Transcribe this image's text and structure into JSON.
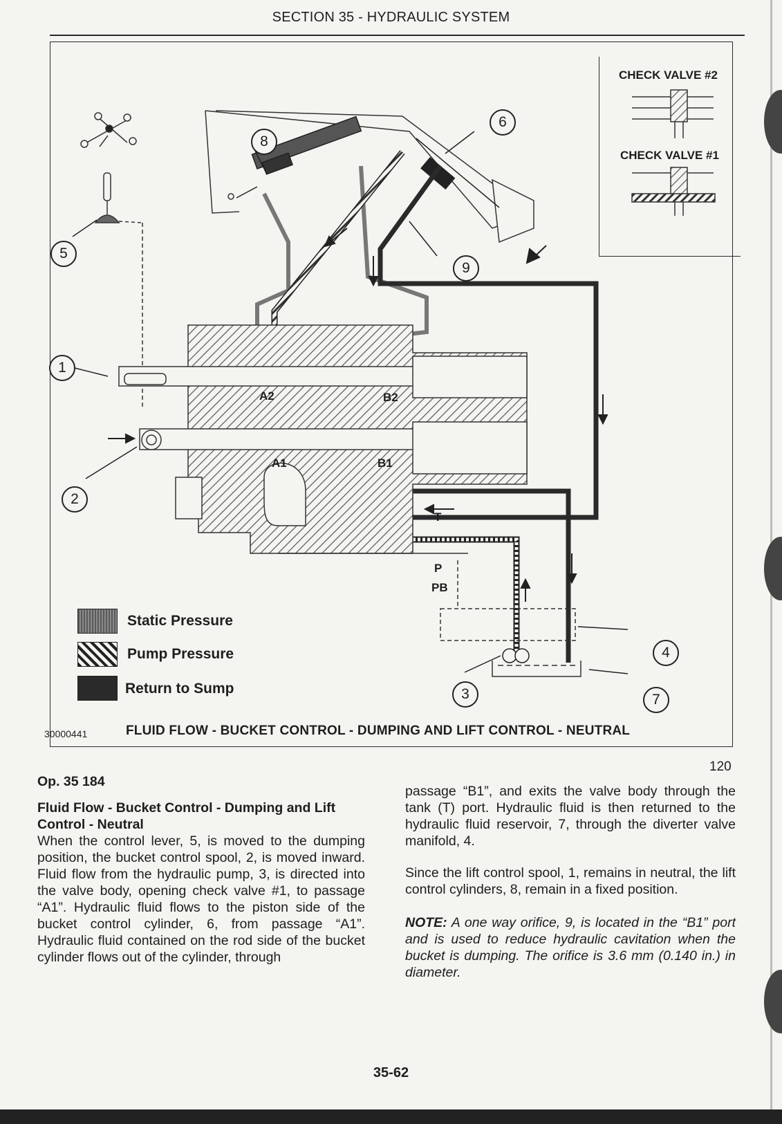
{
  "header": {
    "section_title": "SECTION 35 - HYDRAULIC SYSTEM"
  },
  "figure": {
    "inset": {
      "check_valve_2": "CHECK VALVE #2",
      "check_valve_1": "CHECK VALVE #1"
    },
    "callouts": [
      "1",
      "2",
      "3",
      "4",
      "5",
      "6",
      "7",
      "8",
      "9"
    ],
    "port_labels": {
      "a2": "A2",
      "b2": "B2",
      "a1": "A1",
      "b1": "B1",
      "t": "T",
      "p": "P",
      "pb": "PB"
    },
    "legend": [
      {
        "label": "Static Pressure",
        "pattern": "static",
        "color": "#777777"
      },
      {
        "label": "Pump Pressure",
        "pattern": "hatched",
        "color": "#222222"
      },
      {
        "label": "Return to Sump",
        "pattern": "solid",
        "color": "#2a2a2a"
      }
    ],
    "figure_number": "30000441",
    "caption": "FLUID FLOW - BUCKET CONTROL - DUMPING AND LIFT CONTROL - NEUTRAL",
    "index": "120"
  },
  "body": {
    "op_number": "Op. 35 184",
    "heading_line1": "Fluid Flow - Bucket Control - Dumping and Lift",
    "heading_line2": "Control - Neutral",
    "para1": "When the control lever, 5, is moved to the dumping position, the bucket control spool, 2, is moved inward. Fluid flow from the hydraulic pump, 3, is directed into the valve body, opening check valve #1, to passage “A1”. Hydraulic fluid flows to the piston side of the bucket control cylinder, 6, from passage “A1”. Hydraulic fluid contained on the rod side of the bucket cylinder flows out of the cylinder, through",
    "para2": "passage “B1”, and exits the valve body through the tank (T) port. Hydraulic fluid is then returned to the hydraulic fluid reservoir, 7, through the diverter valve manifold, 4.",
    "para3": "Since the lift control spool, 1, remains in neutral, the lift control cylinders, 8, remain in a fixed position.",
    "note_label": "NOTE:",
    "note_text": "A one way orifice, 9, is located in the “B1” port and is used to reduce hydraulic cavitation when the bucket is dumping. The orifice is 3.6 mm (0.140 in.) in diameter."
  },
  "footer": {
    "page_number": "35-62"
  }
}
